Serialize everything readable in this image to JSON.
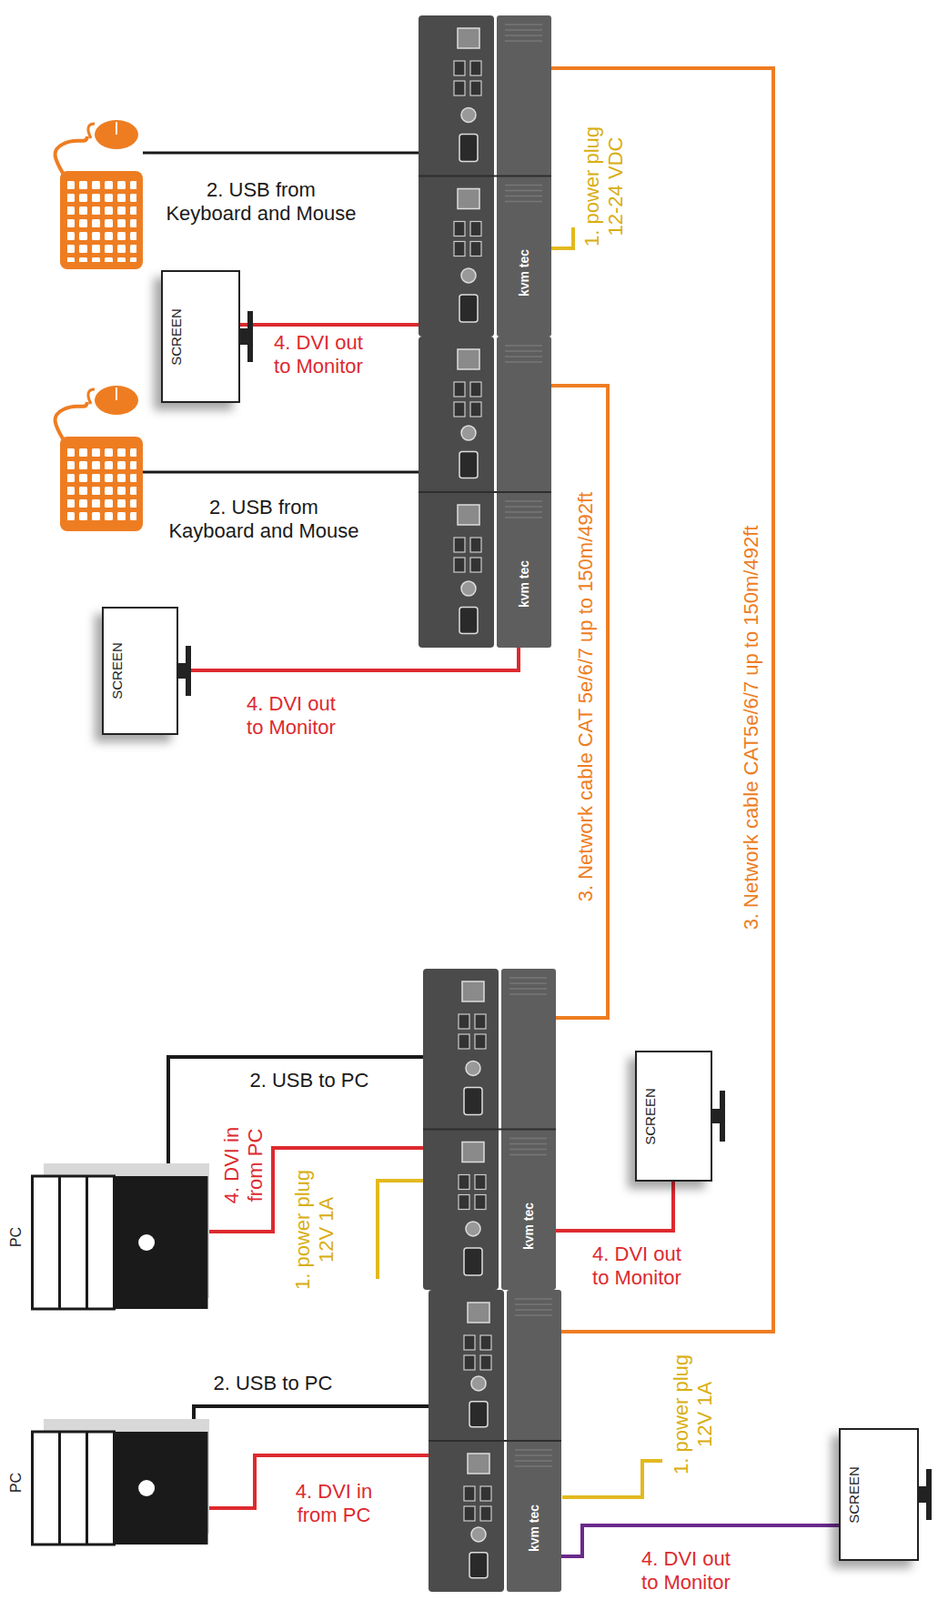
{
  "diagram": {
    "nodes": [
      {
        "text": [
          "kvm tec"
        ]
      },
      {
        "text": [
          "SCREEN"
        ]
      },
      {
        "text": [
          "kvm tec"
        ]
      },
      {
        "text": [
          "SCREEN"
        ]
      },
      {
        "text": [
          "kvm tec"
        ]
      },
      {
        "text": [
          "PC"
        ]
      },
      {
        "text": [
          "SCREEN"
        ]
      },
      {
        "text": [
          "kvm tec"
        ]
      },
      {
        "text": [
          "PC"
        ]
      },
      {
        "text": [
          "SCREEN"
        ]
      }
    ],
    "edges": [
      {
        "from": 0,
        "to": 1,
        "arrow": "none",
        "label": "4. DVI out to Monitor"
      },
      {
        "from": 2,
        "to": 3,
        "arrow": "none",
        "label": "4. DVI out to Monitor"
      },
      {
        "from": 2,
        "to": 4,
        "arrow": "none",
        "label": "3. Network cable CAT 5e/6/7 up to 150m/492ft"
      },
      {
        "from": 0,
        "to": 7,
        "arrow": "none",
        "label": "3. Network cable CAT5e/6/7 up to 150m/492ft"
      },
      {
        "from": 5,
        "to": 4,
        "arrow": "none",
        "label": "2. USB to PC"
      },
      {
        "from": 5,
        "to": 4,
        "arrow": "none",
        "label": "4. DVI in from PC"
      },
      {
        "from": 4,
        "to": 6,
        "arrow": "none",
        "label": "4. DVI out to Monitor"
      },
      {
        "from": 8,
        "to": 7,
        "arrow": "none",
        "label": "2. USB to PC"
      },
      {
        "from": 8,
        "to": 7,
        "arrow": "none",
        "label": "4. DVI in from PC"
      },
      {
        "from": 7,
        "to": 9,
        "arrow": "none",
        "label": "4. DVI out to Monitor"
      }
    ],
    "labels": [
      "2. USB from Keyboard and Mouse",
      "1. power plug 12-24 VDC",
      "2. USB from Kayboard and Mouse",
      "1. power plug 12V 1A",
      "1. power plug 12V 1A"
    ]
  }
}
